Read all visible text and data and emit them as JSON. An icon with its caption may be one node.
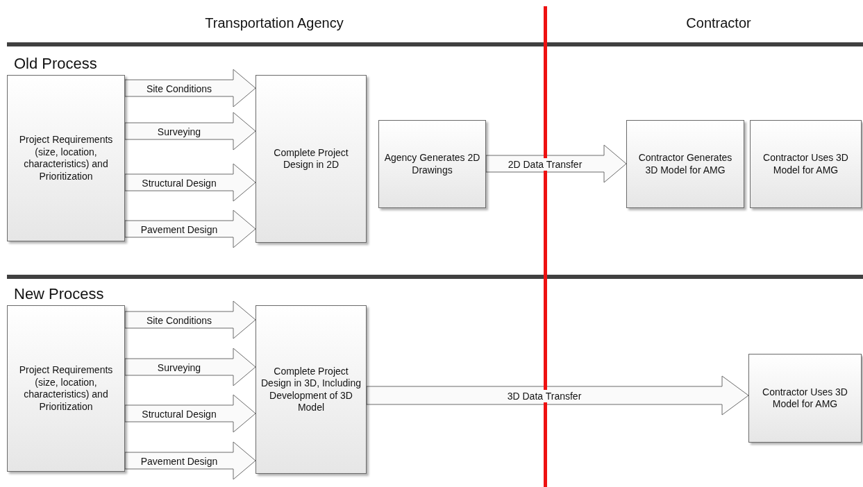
{
  "diagram": {
    "nodes": [
      {
        "text": [
          "Project Requirements (size, location, characteristics) and Prioritization"
        ]
      },
      {
        "text": [
          "Complete Project Design in 2D"
        ]
      },
      {
        "text": [
          "Agency Generates 2D Drawings"
        ]
      },
      {
        "text": [
          "Contractor Generates 3D Model for AMG"
        ]
      },
      {
        "text": [
          "Contractor Uses 3D Model for AMG"
        ]
      },
      {
        "text": [
          "Project Requirements (size, location, characteristics) and Prioritization"
        ]
      },
      {
        "text": [
          "Complete Project Design in 3D, Including Development of 3D Model"
        ]
      },
      {
        "text": [
          "Contractor Uses 3D Model for AMG"
        ]
      }
    ],
    "edges": [
      {
        "from": 0,
        "to": 1,
        "arrow": "to",
        "label": "Site Conditions"
      },
      {
        "from": 0,
        "to": 1,
        "arrow": "to",
        "label": "Surveying"
      },
      {
        "from": 0,
        "to": 1,
        "arrow": "to",
        "label": "Structural Design"
      },
      {
        "from": 0,
        "to": 1,
        "arrow": "to",
        "label": "Pavement Design"
      },
      {
        "from": 2,
        "to": 3,
        "arrow": "to",
        "label": "2D Data Transfer"
      },
      {
        "from": 5,
        "to": 6,
        "arrow": "to",
        "label": "Site Conditions"
      },
      {
        "from": 5,
        "to": 6,
        "arrow": "to",
        "label": "Surveying"
      },
      {
        "from": 5,
        "to": 6,
        "arrow": "to",
        "label": "Structural Design"
      },
      {
        "from": 5,
        "to": 6,
        "arrow": "to",
        "label": "Pavement Design"
      },
      {
        "from": 6,
        "to": 7,
        "arrow": "to",
        "label": "3D Data Transfer"
      }
    ],
    "labels": [
      "Transportation Agency",
      "Contractor",
      "Old Process",
      "New Process"
    ]
  }
}
